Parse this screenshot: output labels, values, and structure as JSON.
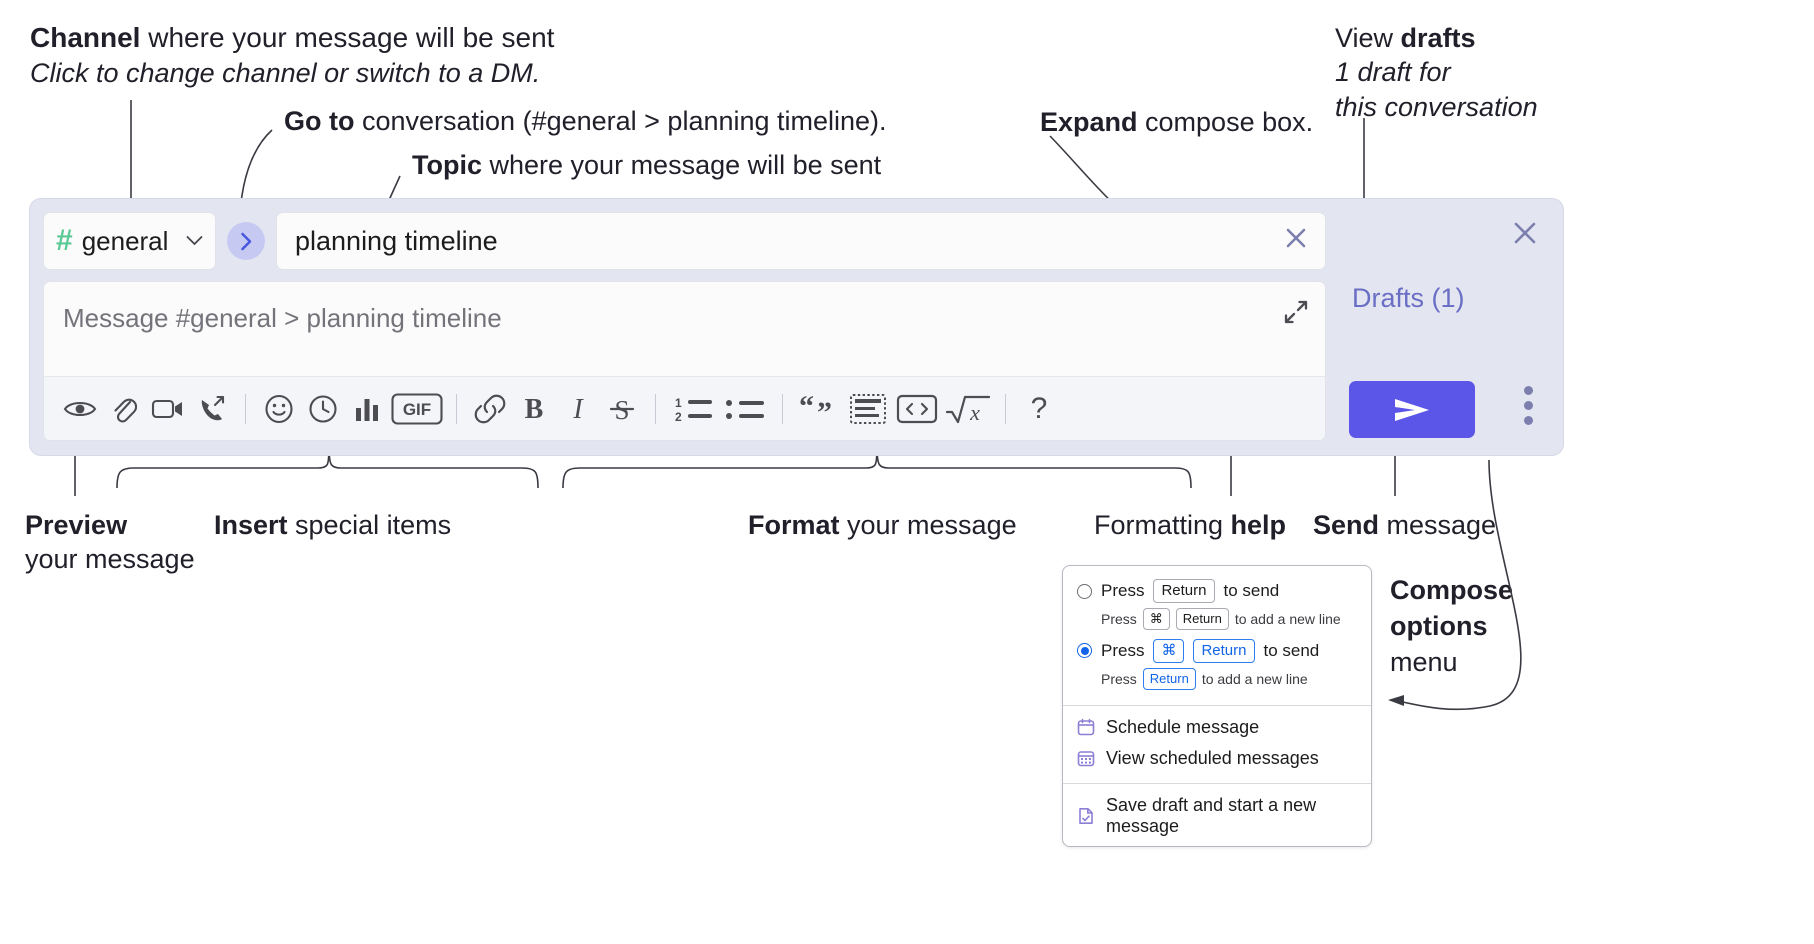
{
  "annotations": {
    "channel": {
      "bold": "Channel",
      "rest": " where your message will be sent",
      "italic": "Click to change channel or switch to a DM."
    },
    "goto": {
      "bold": "Go to",
      "rest": " conversation (#general > planning timeline)."
    },
    "topic": {
      "bold": "Topic",
      "rest": " where your message will be sent"
    },
    "expand": {
      "bold": "Expand",
      "rest": " compose box."
    },
    "drafts": {
      "plain": "View ",
      "bold": "drafts",
      "italic1": "1 draft for",
      "italic2": "this conversation"
    },
    "preview": {
      "bold": "Preview",
      "rest": "your message"
    },
    "insert": {
      "bold": "Insert",
      "rest": " special items"
    },
    "format": {
      "bold": "Format",
      "rest": " your message"
    },
    "help": {
      "plain": "Formatting ",
      "bold": "help"
    },
    "send": {
      "bold": "Send",
      "rest": " message"
    },
    "compose": {
      "bold1": "Compose",
      "bold2": "options",
      "rest": "menu"
    }
  },
  "composer": {
    "channel": {
      "hash": "#",
      "name": "general",
      "chevron": "⌄"
    },
    "goto_button_glyph": "›",
    "topic": {
      "value": "planning timeline"
    },
    "message": {
      "placeholder": "Message #general > planning timeline"
    },
    "drafts_link": "Drafts (1)",
    "toolbar_group_insert": [
      {
        "name": "preview-icon",
        "label": "Preview"
      },
      {
        "name": "attachment-icon",
        "label": "Attach file"
      },
      {
        "name": "video-clip-icon",
        "label": "Record video clip"
      },
      {
        "name": "audio-clip-icon",
        "label": "Record audio clip"
      }
    ],
    "toolbar_group_special": [
      {
        "name": "emoji-icon",
        "label": "Emoji"
      },
      {
        "name": "clock-icon",
        "label": "Reminder"
      },
      {
        "name": "poll-icon",
        "label": "Poll"
      },
      {
        "name": "gif-icon",
        "label": "GIF"
      }
    ],
    "toolbar_group_format": [
      {
        "name": "link-icon",
        "label": "Link"
      },
      {
        "name": "bold-icon",
        "label": "B"
      },
      {
        "name": "italic-icon",
        "label": "I"
      },
      {
        "name": "strikethrough-icon",
        "label": "S"
      }
    ],
    "toolbar_group_lists": [
      {
        "name": "ordered-list-icon",
        "label": "Ordered list"
      },
      {
        "name": "bulleted-list-icon",
        "label": "Bulleted list"
      }
    ],
    "toolbar_group_blocks": [
      {
        "name": "blockquote-icon",
        "label": "Blockquote"
      },
      {
        "name": "code-block-icon",
        "label": "Code block"
      },
      {
        "name": "code-icon",
        "label": "Code"
      },
      {
        "name": "math-icon",
        "label": "Math"
      }
    ],
    "help_glyph": "?",
    "gif_label": "GIF",
    "bold_label": "B",
    "italic_label": "I",
    "strike_label": "S",
    "ol_digits": [
      "1",
      "2"
    ]
  },
  "menu": {
    "options": [
      {
        "selected": false,
        "line": {
          "pre": "Press",
          "key": "Return",
          "post": "to send"
        },
        "sub": {
          "pre": "Press",
          "key1": "⌘",
          "key2": "Return",
          "post": "to add a new line"
        }
      },
      {
        "selected": true,
        "line": {
          "pre": "Press",
          "key1": "⌘",
          "key2": "Return",
          "post": "to send"
        },
        "sub": {
          "pre": "Press",
          "key": "Return",
          "post": "to add a new line"
        }
      }
    ],
    "items": [
      {
        "icon": "calendar-icon",
        "label": "Schedule message"
      },
      {
        "icon": "calendar-grid-icon",
        "label": "View scheduled messages"
      },
      {
        "icon": "save-draft-icon",
        "label": "Save draft and start a new message"
      }
    ]
  },
  "colors": {
    "panel_bg": "#e3e5f1",
    "accent_purple": "#5b55e8",
    "drafts_text": "#6a6ec4",
    "hash_green": "#5ac994",
    "goto_chip": "#c6caf2",
    "radio_blue": "#1264e8",
    "menu_icon": "#8b7fd6"
  }
}
